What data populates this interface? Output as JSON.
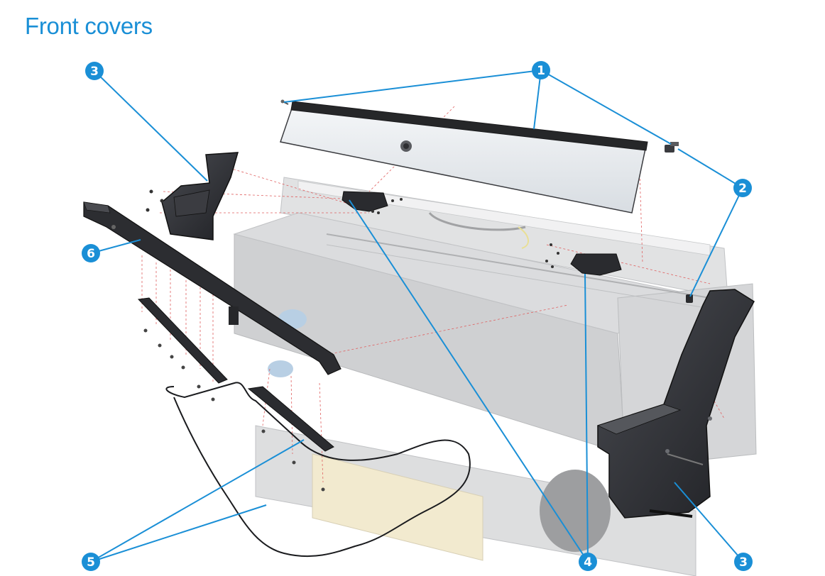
{
  "title": "Front covers",
  "colors": {
    "accent": "#1a8fd6",
    "callout_badge": "#1a8fd6",
    "leader_line": "#1a8fd6",
    "part_dark": "#2e2f33",
    "printer_body": "#b9bbbe"
  },
  "callouts": [
    {
      "id": "callout-1",
      "label": "1"
    },
    {
      "id": "callout-2",
      "label": "2"
    },
    {
      "id": "callout-3-left",
      "label": "3"
    },
    {
      "id": "callout-3-right",
      "label": "3"
    },
    {
      "id": "callout-4",
      "label": "4"
    },
    {
      "id": "callout-5",
      "label": "5"
    },
    {
      "id": "callout-6",
      "label": "6"
    }
  ]
}
